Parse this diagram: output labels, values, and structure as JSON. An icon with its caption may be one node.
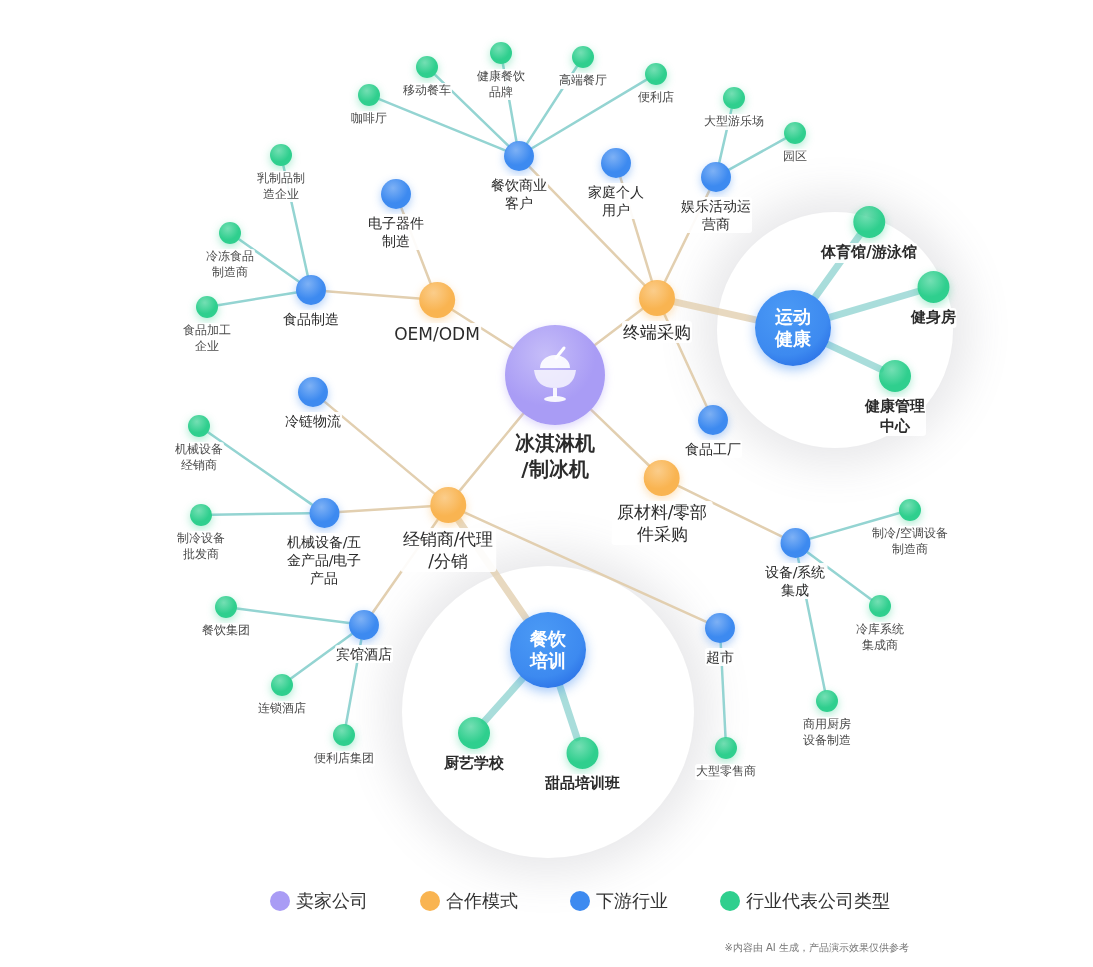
{
  "diagram": {
    "nodes": [
      {
        "text": [
          "冰淇淋机/制冰机"
        ]
      },
      {
        "text": [
          "OEM/ODM"
        ]
      },
      {
        "text": [
          "终端采购"
        ]
      },
      {
        "text": [
          "经销商/代理/分销"
        ]
      },
      {
        "text": [
          "原材料/零部件采购"
        ]
      },
      {
        "text": [
          "食品制造"
        ]
      },
      {
        "text": [
          "电子器件制造"
        ]
      },
      {
        "text": [
          "餐饮商业客户"
        ]
      },
      {
        "text": [
          "家庭个人用户"
        ]
      },
      {
        "text": [
          "娱乐活动运营商"
        ]
      },
      {
        "text": [
          "运动健康"
        ]
      },
      {
        "text": [
          "食品工厂"
        ]
      },
      {
        "text": [
          "冷链物流"
        ]
      },
      {
        "text": [
          "机械设备/五金产品/电子产品"
        ]
      },
      {
        "text": [
          "宾馆酒店"
        ]
      },
      {
        "text": [
          "餐饮培训"
        ]
      },
      {
        "text": [
          "超市"
        ]
      },
      {
        "text": [
          "设备/系统集成"
        ]
      },
      {
        "text": [
          "乳制品制造企业"
        ]
      },
      {
        "text": [
          "冷冻食品制造商"
        ]
      },
      {
        "text": [
          "食品加工企业"
        ]
      },
      {
        "text": [
          "咖啡厅"
        ]
      },
      {
        "text": [
          "移动餐车"
        ]
      },
      {
        "text": [
          "健康餐饮品牌"
        ]
      },
      {
        "text": [
          "高端餐厅"
        ]
      },
      {
        "text": [
          "便利店"
        ]
      },
      {
        "text": [
          "大型游乐场"
        ]
      },
      {
        "text": [
          "园区"
        ]
      },
      {
        "text": [
          "体育馆/游泳馆"
        ]
      },
      {
        "text": [
          "健身房"
        ]
      },
      {
        "text": [
          "健康管理中心"
        ]
      },
      {
        "text": [
          "机械设备经销商"
        ]
      },
      {
        "text": [
          "制冷设备批发商"
        ]
      },
      {
        "text": [
          "餐饮集团"
        ]
      },
      {
        "text": [
          "连锁酒店"
        ]
      },
      {
        "text": [
          "便利店集团"
        ]
      },
      {
        "text": [
          "厨艺学校"
        ]
      },
      {
        "text": [
          "甜品培训班"
        ]
      },
      {
        "text": [
          "大型零售商"
        ]
      },
      {
        "text": [
          "制冷/空调设备制造商"
        ]
      },
      {
        "text": [
          "冷库系统集成商"
        ]
      },
      {
        "text": [
          "商用厨房设备制造"
        ]
      }
    ],
    "edges": [
      {
        "from": 0,
        "to": 1,
        "arrow": "none",
        "color": "#e2cfb0"
      },
      {
        "from": 0,
        "to": 2,
        "arrow": "none",
        "color": "#e2cfb0"
      },
      {
        "from": 0,
        "to": 3,
        "arrow": "none",
        "color": "#e2cfb0"
      },
      {
        "from": 0,
        "to": 4,
        "arrow": "none",
        "color": "#e2cfb0"
      },
      {
        "from": 1,
        "to": 5,
        "arrow": "none",
        "color": "#e2cfb0"
      },
      {
        "from": 1,
        "to": 6,
        "arrow": "none",
        "color": "#e2cfb0"
      },
      {
        "from": 2,
        "to": 7,
        "arrow": "none",
        "color": "#e2cfb0"
      },
      {
        "from": 2,
        "to": 8,
        "arrow": "none",
        "color": "#e2cfb0"
      },
      {
        "from": 2,
        "to": 9,
        "arrow": "none",
        "color": "#e2cfb0"
      },
      {
        "from": 2,
        "to": 10,
        "arrow": "none",
        "style": "thick",
        "color": "#e2cfb0"
      },
      {
        "from": 2,
        "to": 11,
        "arrow": "none",
        "color": "#e2cfb0"
      },
      {
        "from": 3,
        "to": 12,
        "arrow": "none",
        "color": "#e2cfb0"
      },
      {
        "from": 3,
        "to": 13,
        "arrow": "none",
        "color": "#e2cfb0"
      },
      {
        "from": 3,
        "to": 14,
        "arrow": "none",
        "color": "#e2cfb0"
      },
      {
        "from": 3,
        "to": 15,
        "arrow": "none",
        "style": "thick",
        "color": "#e2cfb0"
      },
      {
        "from": 3,
        "to": 16,
        "arrow": "none",
        "color": "#e2cfb0"
      },
      {
        "from": 4,
        "to": 17,
        "arrow": "none",
        "color": "#e2cfb0"
      },
      {
        "from": 5,
        "to": 18,
        "arrow": "none"
      },
      {
        "from": 5,
        "to": 19,
        "arrow": "none"
      },
      {
        "from": 5,
        "to": 20,
        "arrow": "none"
      },
      {
        "from": 7,
        "to": 21,
        "arrow": "none"
      },
      {
        "from": 7,
        "to": 22,
        "arrow": "none"
      },
      {
        "from": 7,
        "to": 23,
        "arrow": "none"
      },
      {
        "from": 7,
        "to": 24,
        "arrow": "none"
      },
      {
        "from": 7,
        "to": 25,
        "arrow": "none"
      },
      {
        "from": 9,
        "to": 26,
        "arrow": "none"
      },
      {
        "from": 9,
        "to": 27,
        "arrow": "none"
      },
      {
        "from": 10,
        "to": 28,
        "arrow": "none",
        "style": "thick"
      },
      {
        "from": 10,
        "to": 29,
        "arrow": "none",
        "style": "thick"
      },
      {
        "from": 10,
        "to": 30,
        "arrow": "none",
        "style": "thick"
      },
      {
        "from": 13,
        "to": 31,
        "arrow": "none"
      },
      {
        "from": 13,
        "to": 32,
        "arrow": "none"
      },
      {
        "from": 14,
        "to": 33,
        "arrow": "none"
      },
      {
        "from": 14,
        "to": 34,
        "arrow": "none"
      },
      {
        "from": 14,
        "to": 35,
        "arrow": "none"
      },
      {
        "from": 15,
        "to": 36,
        "arrow": "none",
        "style": "thick"
      },
      {
        "from": 15,
        "to": 37,
        "arrow": "none",
        "style": "thick"
      },
      {
        "from": 16,
        "to": 38,
        "arrow": "none"
      },
      {
        "from": 17,
        "to": 39,
        "arrow": "none"
      },
      {
        "from": 17,
        "to": 40,
        "arrow": "none"
      },
      {
        "from": 17,
        "to": 41,
        "arrow": "none"
      }
    ],
    "labels": [
      "※内容由 AI 生成，产品演示效果仅供参考"
    ],
    "legend": [
      {
        "text": "卖家公司",
        "color": "#a99cf5"
      },
      {
        "text": "合作模式",
        "color": "#f9b451"
      },
      {
        "text": "下游行业",
        "color": "#3d8af0"
      },
      {
        "text": "行业代表公司类型",
        "color": "#2fcf8e"
      }
    ]
  }
}
